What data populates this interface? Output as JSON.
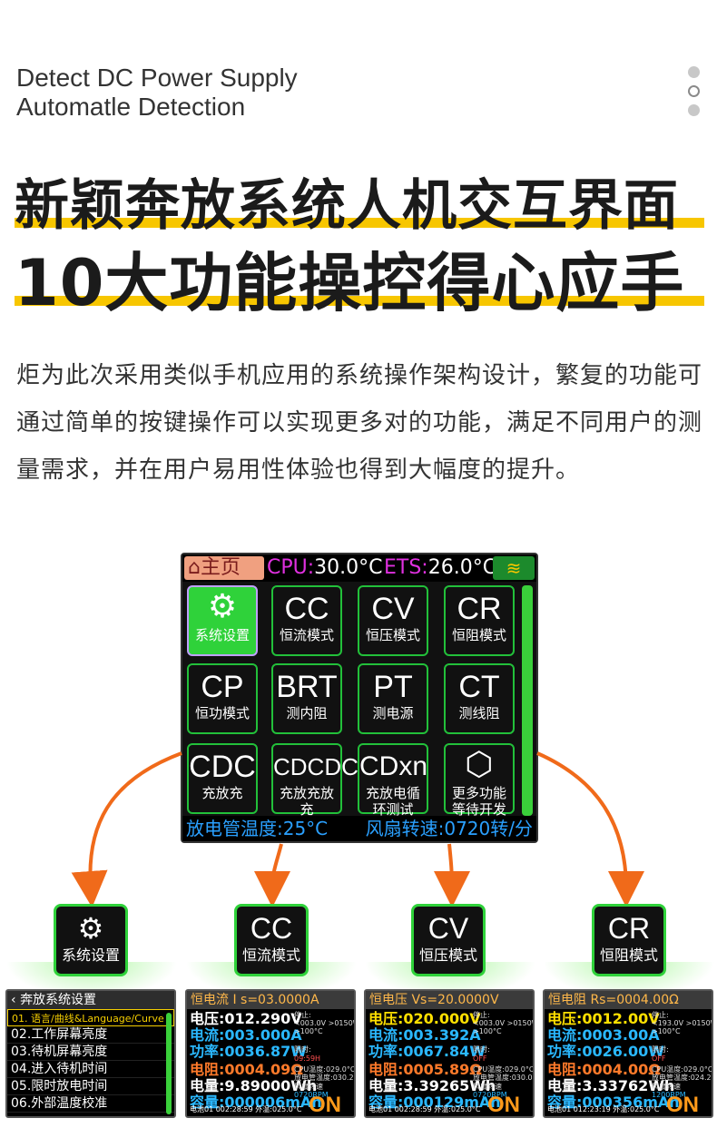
{
  "header": {
    "line1": "Detect DC Power Supply",
    "line2": "Automatle Detection"
  },
  "headline": {
    "line1": "新颖奔放系统人机交互界面",
    "line2": "10大功能操控得心应手"
  },
  "paragraph": "炬为此次采用类似手机应用的系统操作架构设计，繁复的功能可通过简单的按键操作可以实现更多对的功能，满足不同用户的测量需求，并在用户易用性体验也得到大幅度的提升。",
  "device": {
    "home_label": "主页",
    "cpu_label": "CPU:",
    "cpu_value": "30.0°C",
    "ets_label": "ETS:",
    "ets_value": "26.0°C",
    "tiles": [
      {
        "big": "",
        "small": "系统设置",
        "icon": "gear-icon"
      },
      {
        "big": "CC",
        "small": "恒流模式"
      },
      {
        "big": "CV",
        "small": "恒压模式"
      },
      {
        "big": "CR",
        "small": "恒阻模式"
      },
      {
        "big": "CP",
        "small": "恒功模式"
      },
      {
        "big": "BRT",
        "small": "测内阻"
      },
      {
        "big": "PT",
        "small": "测电源"
      },
      {
        "big": "CT",
        "small": "测线阻"
      },
      {
        "big": "CDC",
        "small": "充放充"
      },
      {
        "big": "CDCDC",
        "small": "充放充放充"
      },
      {
        "big": "CDxn",
        "small": "充放电循环测试"
      },
      {
        "big": "",
        "small": "更多功能等待开发",
        "icon": "hex-nut-icon"
      }
    ],
    "tube_temp": "放电管温度:25°C",
    "fan_speed": "风扇转速:0720转/分"
  },
  "modes": [
    {
      "big": "",
      "small": "系统设置",
      "icon": "gear-icon"
    },
    {
      "big": "CC",
      "small": "恒流模式"
    },
    {
      "big": "CV",
      "small": "恒压模式"
    },
    {
      "big": "CR",
      "small": "恒阻模式"
    }
  ],
  "settings_menu": {
    "title": "奔放系统设置",
    "items": [
      "01. 语言/曲线&Language/Curve",
      "02.工作屏幕亮度",
      "03.待机屏幕亮度",
      "04.进入待机时间",
      "05.限时放电时间",
      "06.外部温度校准"
    ]
  },
  "mode_screens": [
    {
      "title": "恒电流 I s=03.0000A",
      "v": "电压:012.290V",
      "i": "电流:003.000A",
      "p": "功率:0036.87W",
      "r": "电阻:0004.09Ω",
      "e": "电量:9.89000Wh",
      "c": "容量:000006mAh",
      "stop": "停止:",
      "stop_v": "<003.0V >0150W",
      "stop_t": ">100°C",
      "limit": "限时:",
      "limit_v": "09:59H",
      "temp1": "CPU温度:029.0°C",
      "temp2": "放电管温度:030.2°C",
      "fan": "风扇转速",
      "fan_v": "0720RPM",
      "foot": "电池01  002:28:59 外温:025.0°C",
      "state": "ON"
    },
    {
      "title": "恒电压 Vs=20.0000V",
      "v": "电压:020.000V",
      "i": "电流:003.392A",
      "p": "功率:0067.84W",
      "r": "电阻:0005.89Ω",
      "e": "电量:3.39265Wh",
      "c": "容量:000129mAh",
      "stop": "停止:",
      "stop_v": "<003.0V >0150W",
      "stop_t": ">100°C",
      "limit": "限时:",
      "limit_v": "OFF",
      "temp1": "CPU温度:029.0°C",
      "temp2": "放电管温度:030.0°C",
      "fan": "风扇转速",
      "fan_v": "0720RPM",
      "foot": "电池01  002:28:59 外温:025.0°C",
      "state": "ON"
    },
    {
      "title": "恒电阻 Rs=0004.00Ω",
      "v": "电压:0012.00V",
      "i": "电流:0003.00A",
      "p": "功率:0026.00W",
      "r": "电阻:0004.00Ω",
      "e": "电量:3.33762Wh",
      "c": "容量:000356mAh",
      "stop": "停止:",
      "stop_v": "<193.0V >0150W",
      "stop_t": ">100°C",
      "limit": "限时:",
      "limit_v": "OFF",
      "temp1": "CPU温度:029.0°C",
      "temp2": "放电管温度:024.2°C",
      "fan": "风扇转速",
      "fan_v": "1200RPM",
      "foot": "电池01  012:23:19 外温:025.0°C",
      "state": "ON"
    }
  ],
  "colors": {
    "accent_yellow": "#f7c600",
    "green": "#2fd23a",
    "arrow_orange": "#f06a1a"
  }
}
